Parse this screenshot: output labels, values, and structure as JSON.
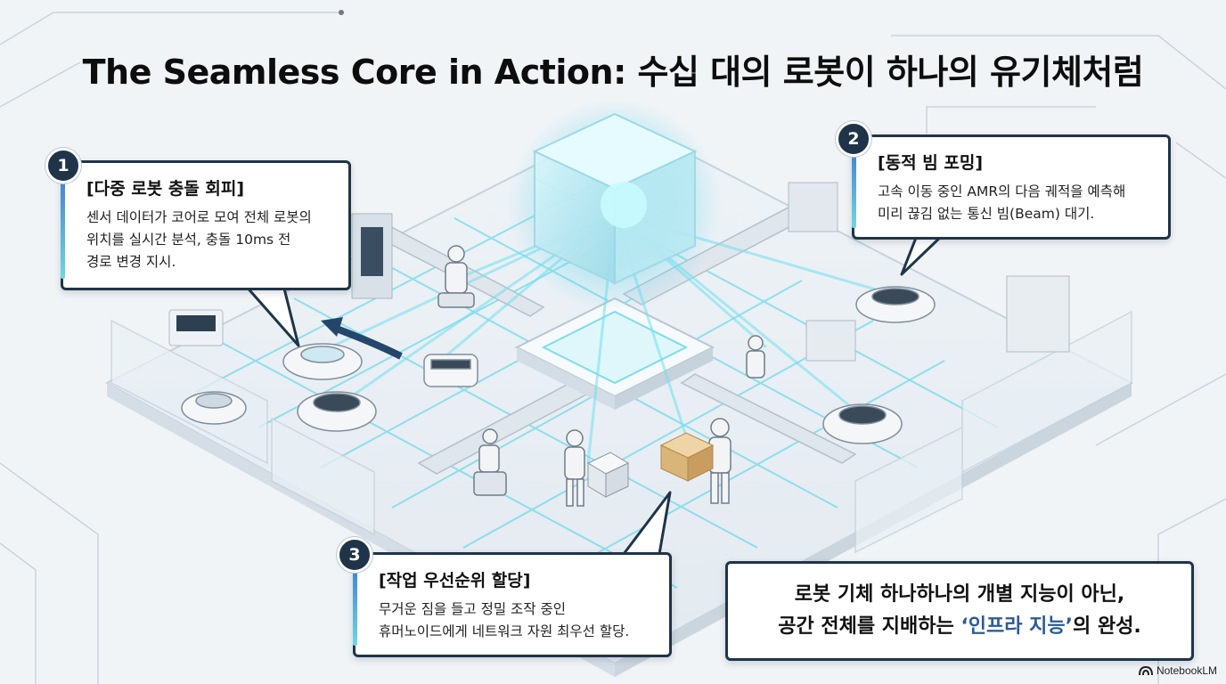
{
  "title": "The Seamless Core in Action: 수십 대의 로봇이 하나의 유기체처럼",
  "callouts": [
    {
      "number": "1",
      "heading": "[다중 로봇 충돌 회피]",
      "lines": [
        "센서 데이터가 코어로 모여 전체 로봇의",
        "위치를 실시간 분석, 충돌 10ms 전",
        "경로 변경 지시."
      ]
    },
    {
      "number": "2",
      "heading": "[동적 빔 포밍]",
      "lines": [
        "고속 이동 중인 AMR의 다음 궤적을 예측해",
        "미리 끊김 없는 통신 빔(Beam) 대기."
      ]
    },
    {
      "number": "3",
      "heading": "[작업 우선순위 할당]",
      "lines": [
        "무거운 짐을 들고 정밀 조작 중인",
        "휴머노이드에게 네트워크 자원 최우선 할당."
      ]
    }
  ],
  "summary": {
    "line1": "로봇 기체 하나하나의 개별 지능이 아닌,",
    "line2_pre": "공간 전체를 지배하는 ",
    "line2_highlight": "‘인프라 지능’",
    "line2_post": "의 완성."
  },
  "brand": "NotebookLM",
  "colors": {
    "panel_border": "#1f3448",
    "badge": "#1f3448",
    "accent_blue": "#3f7fd0",
    "accent_cyan": "#6fd7e3",
    "highlight": "#2c5b95",
    "background": "#f1f4f7"
  },
  "icons": [
    "core-cube-icon",
    "robot-icon",
    "vehicle-icon",
    "notebooklm-logo-icon"
  ]
}
